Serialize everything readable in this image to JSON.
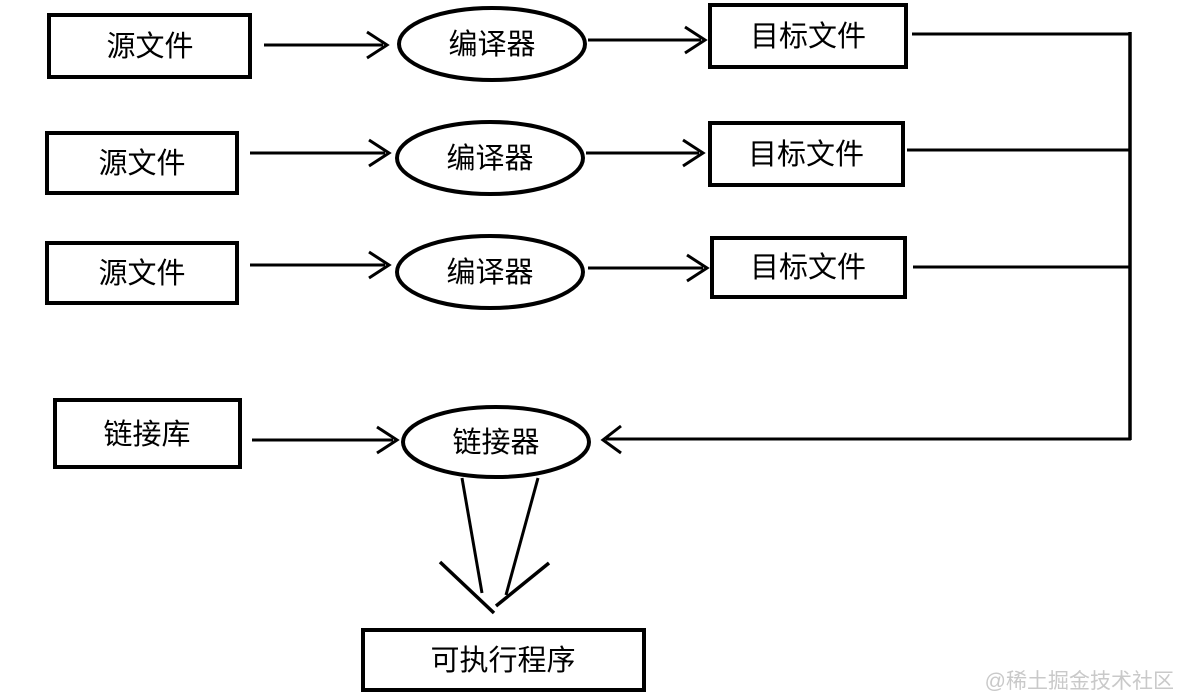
{
  "watermark": {
    "text": "@稀土掘金技术社区",
    "color": "#c9c9c9"
  },
  "diagram": {
    "type": "flowchart",
    "colors": {
      "stroke": "#000000",
      "shape_fill": "#ffffff",
      "text": "#000000",
      "background": "#ffffff"
    },
    "nodes": [
      {
        "id": "source-file-1",
        "shape": "rect",
        "label": "源文件"
      },
      {
        "id": "compiler-1",
        "shape": "ellipse",
        "label": "编译器"
      },
      {
        "id": "object-file-1",
        "shape": "rect",
        "label": "目标文件"
      },
      {
        "id": "source-file-2",
        "shape": "rect",
        "label": "源文件"
      },
      {
        "id": "compiler-2",
        "shape": "ellipse",
        "label": "编译器"
      },
      {
        "id": "object-file-2",
        "shape": "rect",
        "label": "目标文件"
      },
      {
        "id": "source-file-3",
        "shape": "rect",
        "label": "源文件"
      },
      {
        "id": "compiler-3",
        "shape": "ellipse",
        "label": "编译器"
      },
      {
        "id": "object-file-3",
        "shape": "rect",
        "label": "目标文件"
      },
      {
        "id": "link-library",
        "shape": "rect",
        "label": "链接库"
      },
      {
        "id": "linker",
        "shape": "ellipse",
        "label": "链接器"
      },
      {
        "id": "executable",
        "shape": "rect",
        "label": "可执行程序"
      }
    ],
    "edges": [
      {
        "from": "source-file-1",
        "to": "compiler-1",
        "style": "arrow"
      },
      {
        "from": "compiler-1",
        "to": "object-file-1",
        "style": "arrow"
      },
      {
        "from": "source-file-2",
        "to": "compiler-2",
        "style": "arrow"
      },
      {
        "from": "compiler-2",
        "to": "object-file-2",
        "style": "arrow"
      },
      {
        "from": "source-file-3",
        "to": "compiler-3",
        "style": "arrow"
      },
      {
        "from": "compiler-3",
        "to": "object-file-3",
        "style": "arrow"
      },
      {
        "from": "object-file-1",
        "to": "linker",
        "style": "right-rail-arrow"
      },
      {
        "from": "object-file-2",
        "to": "linker",
        "style": "right-rail-arrow"
      },
      {
        "from": "object-file-3",
        "to": "linker",
        "style": "right-rail-arrow"
      },
      {
        "from": "link-library",
        "to": "linker",
        "style": "arrow"
      },
      {
        "from": "linker",
        "to": "executable",
        "style": "funnel-arrow"
      }
    ]
  }
}
